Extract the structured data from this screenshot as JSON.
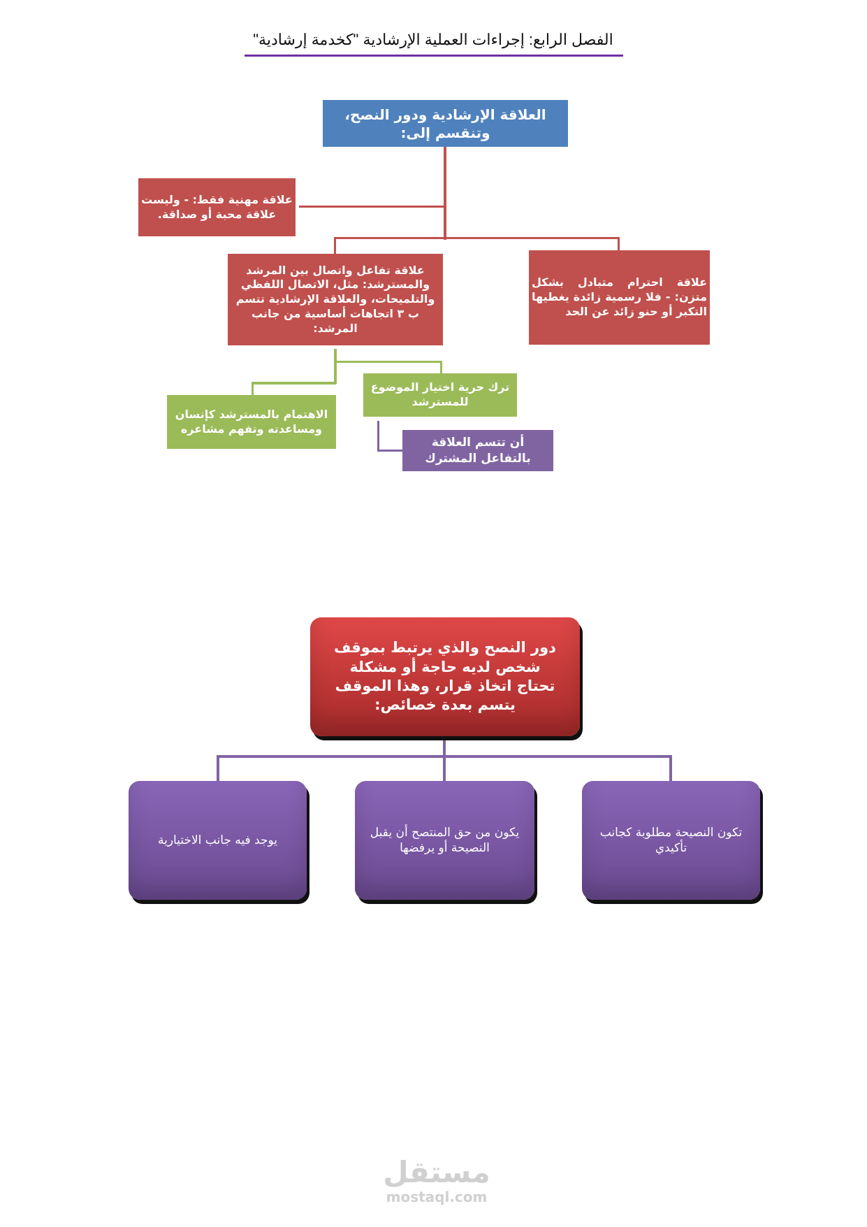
{
  "title": "الفصل الرابع: إجراءات العملية الإرشادية \"كخدمة إرشادية\"",
  "chart1": {
    "root": "العلاقة الإرشادية ودور النصح، وتنقسم إلى:",
    "left": "علاقة مهنية فقط: - وليست علاقة محبة أو صداقة.",
    "middle": "علاقة تفاعل واتصال بين المرشد والمسترشد: مثل، الاتصال اللفظي والتلميحات، والعلاقة الإرشادية تتسم ب ٣ اتجاهات أساسية من جانب المرشد:",
    "right": "علاقة احترام متبادل بشكل متزن: - فلا رسمية زائدة يغطيها التكبر أو حنو زائد عن الحد",
    "green_left": "الاهتمام بالمسترشد كإنسان ومساعدته وتفهم مشاعره",
    "green_right": "ترك حرية اختيار الموضوع للمسترشد",
    "purple": "أن تتسم العلاقة بالتفاعل المشترك"
  },
  "chart2": {
    "root": "دور النصح والذي يرتبط بموقف شخص لديه حاجة أو مشكلة تحتاج اتخاذ قرار، وهذا الموقف يتسم بعدة خصائص:",
    "right": "تكون النصيحة مطلوبة كجانب تأكيدي",
    "middle": "يكون من حق المنتصح أن يقبل النصيحة أو يرفضها",
    "left": "يوجد فيه جانب الاختيارية"
  },
  "watermark": {
    "arabic": "مستقل",
    "latin": "mostaql.com"
  },
  "colors": {
    "blue": "#4f81bd",
    "red": "#c0504d",
    "green": "#9bbb59",
    "purple": "#8064a2"
  }
}
